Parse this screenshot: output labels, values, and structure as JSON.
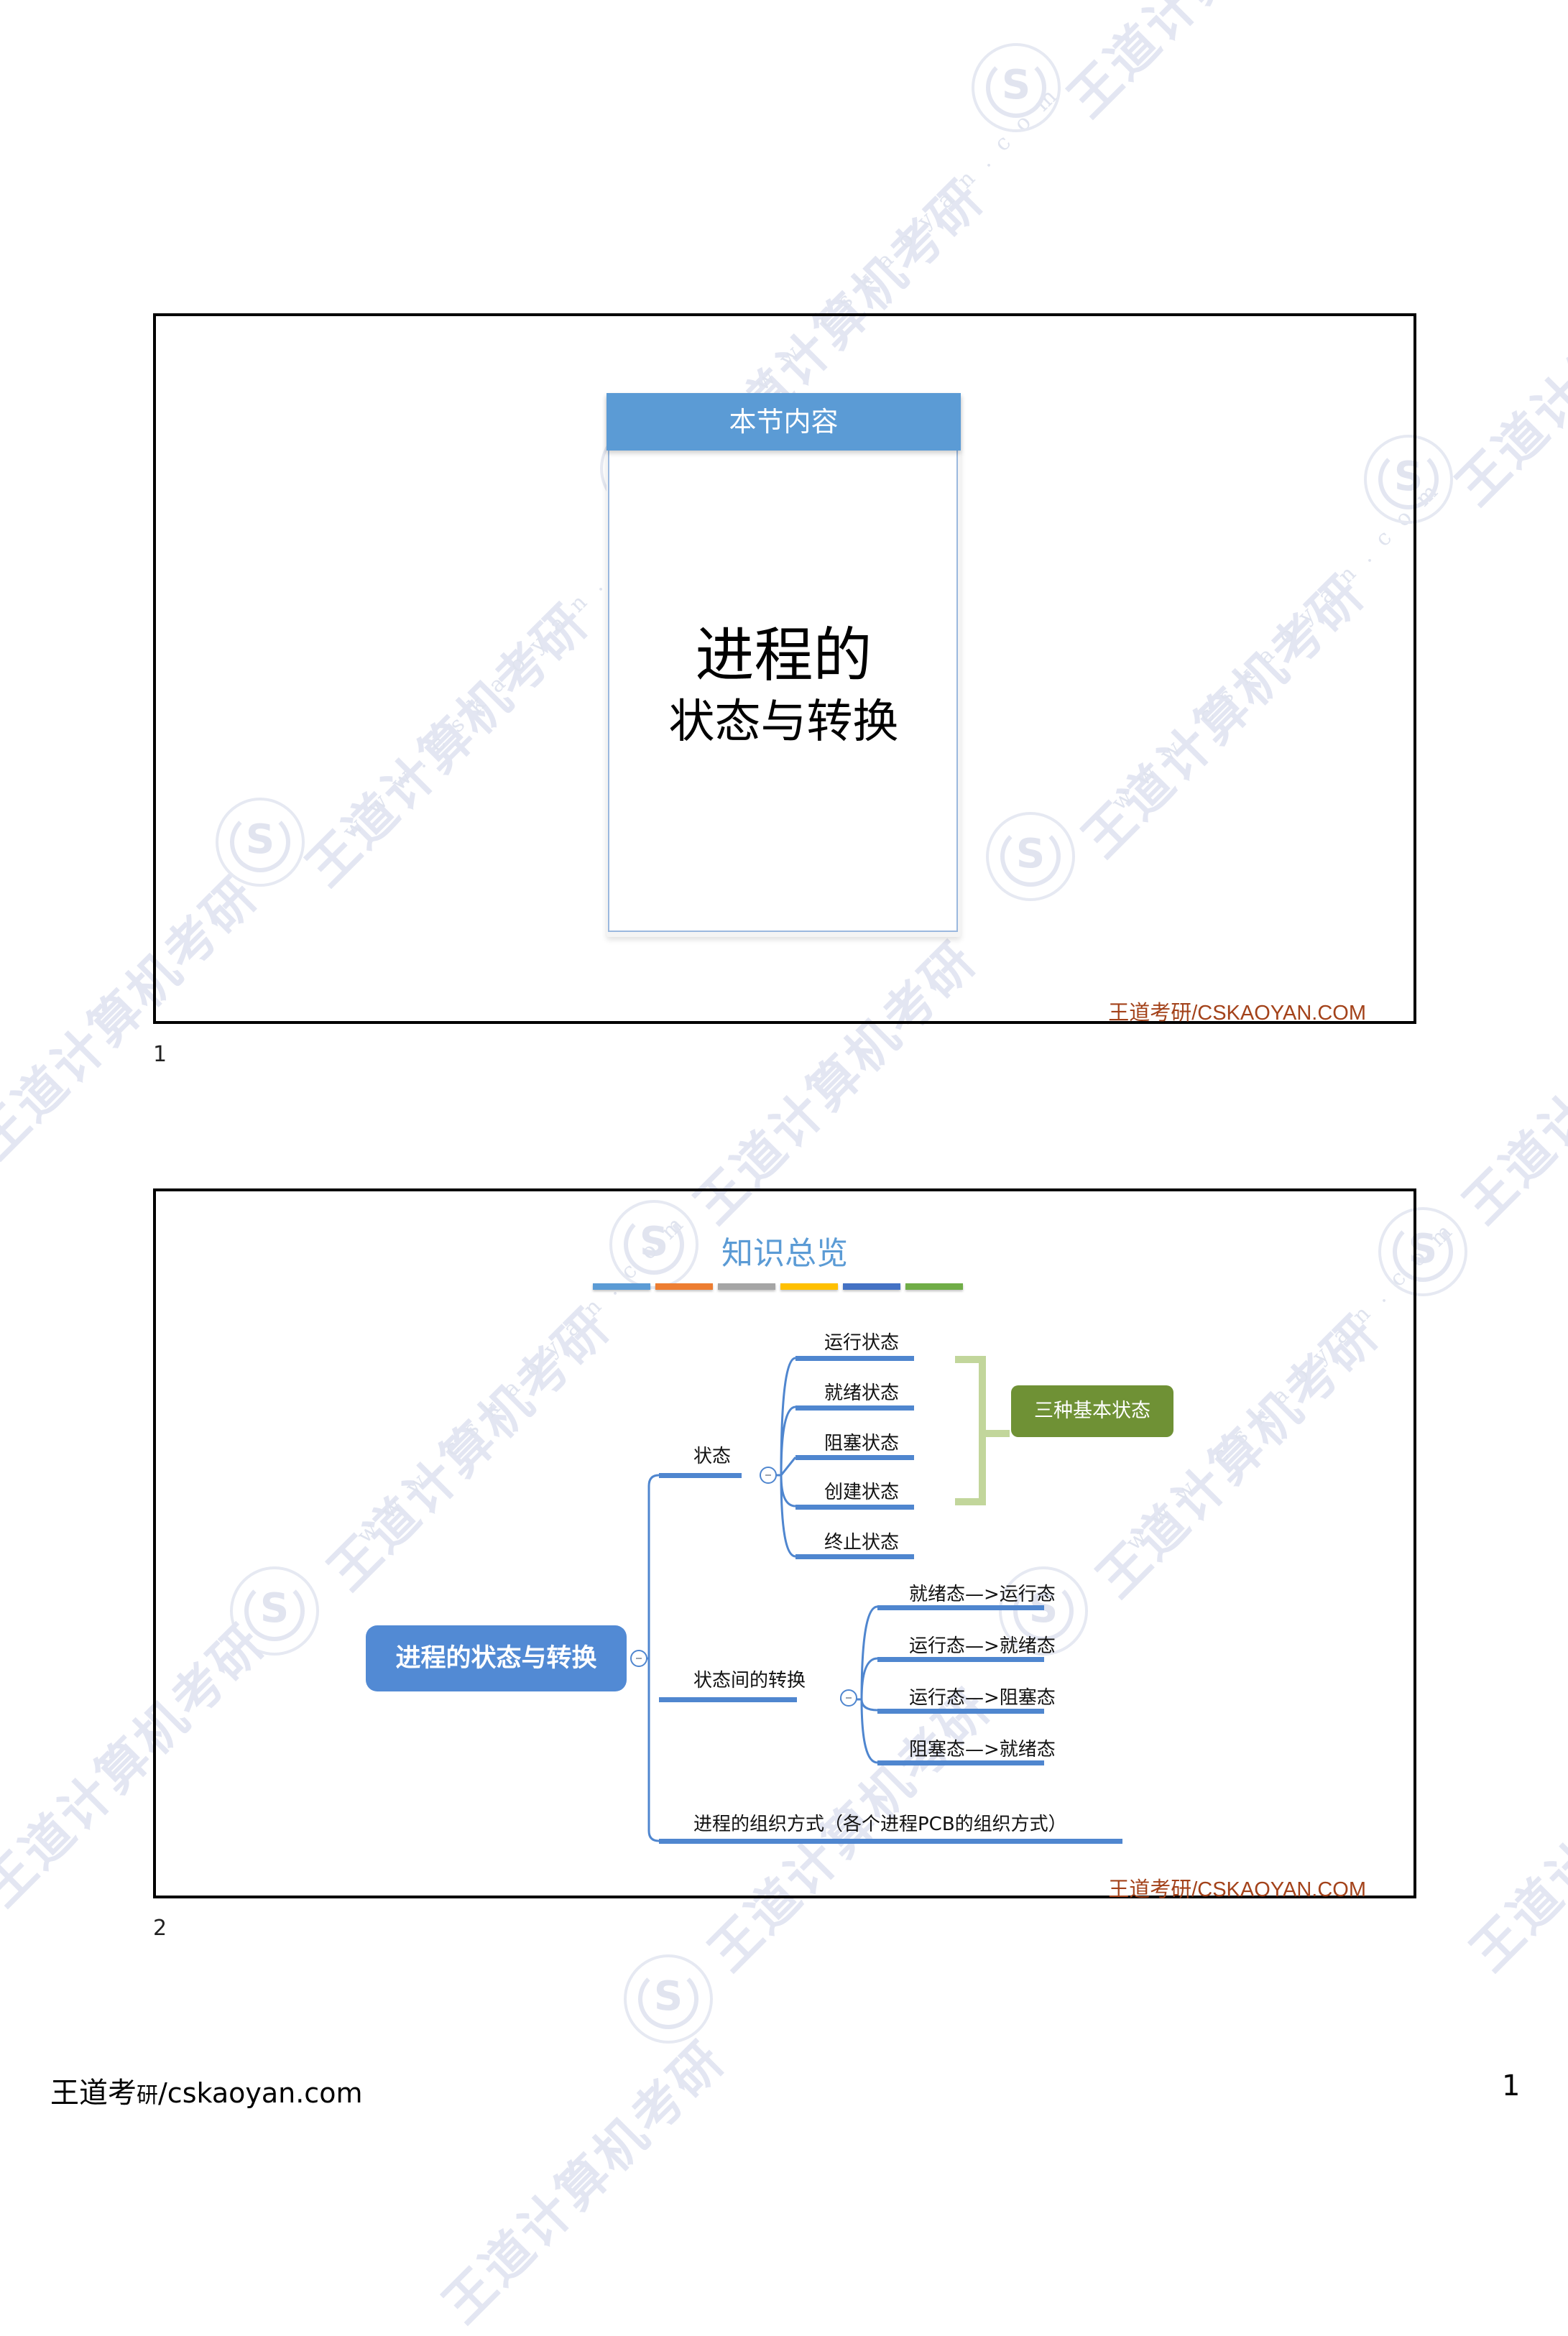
{
  "watermark": {
    "text": "王道计算机考研",
    "url": "www.cskaoyan.com",
    "seal_icon": "wangdao-seal-icon"
  },
  "slide1": {
    "card_header": "本节内容",
    "title_line1": "进程的",
    "title_line2": "状态与转换",
    "footer": "王道考研/CSKAOYAN.COM",
    "number": "1"
  },
  "slide2": {
    "title": "知识总览",
    "bar_colors": [
      "#5b9bd5",
      "#ed7d31",
      "#a5a5a5",
      "#ffc000",
      "#4472c4",
      "#70ad47"
    ],
    "mindmap": {
      "root": "进程的状态与转换",
      "branches": [
        {
          "label": "状态",
          "children": [
            "运行状态",
            "就绪状态",
            "阻塞状态",
            "创建状态",
            "终止状态"
          ],
          "group_tag": "三种基本状态"
        },
        {
          "label": "状态间的转换",
          "children": [
            "就绪态—>运行态",
            "运行态—>就绪态",
            "运行态—>阻塞态",
            "阻塞态—>就绪态"
          ]
        },
        {
          "label": "进程的组织方式（各个进程PCB的组织方式）"
        }
      ],
      "colors": {
        "line": "#4f86cf",
        "root": "#528ad4",
        "tag": "#6f9135",
        "bracket": "#c2d69b"
      }
    },
    "footer": "王道考研/CSKAOYAN.COM",
    "number": "2"
  },
  "page_footer": {
    "site_cn_main": "王道考",
    "site_cn_small": "研",
    "site_latin": "/cskaoyan.com",
    "page_number": "1"
  }
}
